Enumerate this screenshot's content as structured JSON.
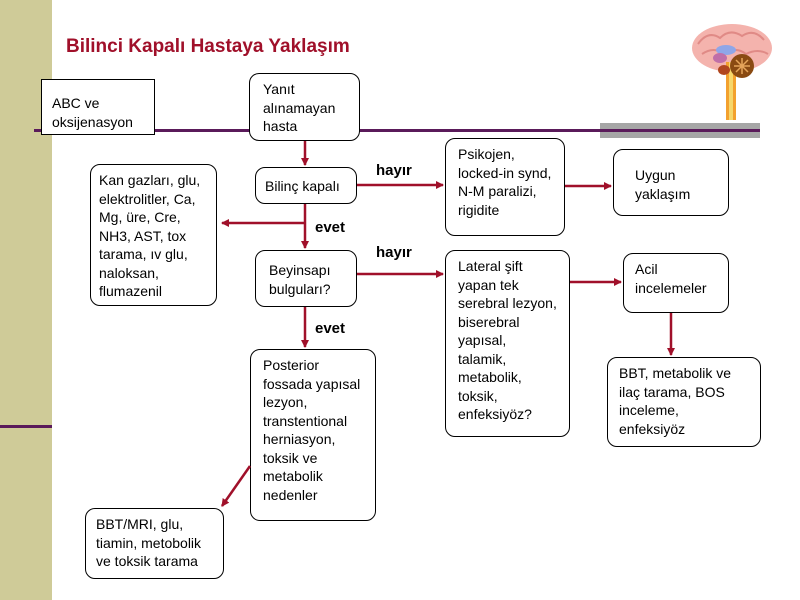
{
  "title": "Bilinci Kapalı Hastaya Yaklaşım",
  "colors": {
    "title": "#a0102a",
    "arrow": "#a0102a",
    "sidebar": "#cfcb98",
    "rule": "#5a1a5a",
    "gray_bar": "#a6a6a6"
  },
  "icons": {
    "logo": "brain-anatomy-icon"
  },
  "nodes": {
    "abc": "ABC ve\noksijenasyon",
    "yanit": "Yanıt\nalınamayan\nhasta",
    "bilinc": "Bilinç kapalı",
    "kan": "Kan gazları, glu,\nelektrolitler, Ca,\nMg, üre, Cre,\nNH3, AST, tox\ntarama, ıv glu,\nnaloksan,\nflumazenil",
    "psikojen": "Psikojen,\nlocked-in synd,\nN-M paralizi,\nrigidite",
    "uygun": "Uygun\nyaklaşım",
    "beyin": "Beyinsapı\nbulguları?",
    "lateral": "Lateral şift\nyapan tek\nserebral lezyon,\nbiserebral\nyapısal,\ntalamik,\nmetabolik,\ntoksik,\nenfeksiyöz?",
    "acil": "Acil\nincelemeler",
    "bbt_met": "BBT, metabolik ve\nilaç tarama, BOS\ninceleme,\nenfeksiyöz",
    "posterior": "Posterior\nfossada yapısal\nlezyon,\ntranstentional\nherniasyon,\ntoksik ve\nmetabolik\nnedenler",
    "bbt_mri": "BBT/MRI, glu,\ntiamin, metobolik\nve toksik tarama"
  },
  "edge_labels": {
    "hayir_1": "hayır",
    "evet_1": "evet",
    "hayir_2": "hayır",
    "evet_2": "evet"
  }
}
